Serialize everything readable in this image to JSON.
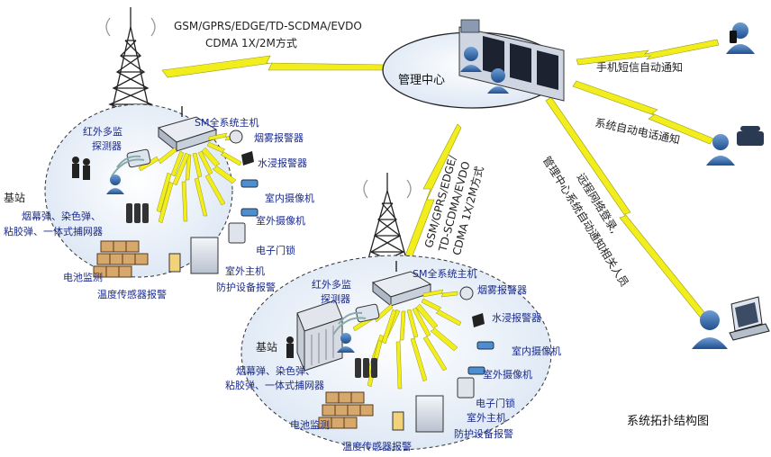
{
  "network_text": {
    "line1": "GSM/GPRS/EDGE/TD-SCDMA/EVDO",
    "line2": "CDMA 1X/2M方式",
    "diag1": "GSM/GPRS/EDGE/",
    "diag2": "TD-SCDMA/EVDO",
    "diag3": "CDMA 1X/2M方式"
  },
  "center": {
    "label": "管理中心"
  },
  "notify": {
    "sms": "手机短信自动通知",
    "phone": "系统自动电话通知",
    "remote1": "远程网络登录,",
    "remote2": "管理中心系统自动通知相关人员"
  },
  "site1": {
    "host": "SM全系统主机",
    "ir1": "红外多监",
    "ir2": "探测器",
    "smoke": "烟雾报警器",
    "water": "水浸报警器",
    "cam_in": "室内摄像机",
    "cam_out": "室外摄像机",
    "lock": "电子门锁",
    "base": "基站",
    "weapon1": "烟幕弹、染色弹、",
    "weapon2": "粘胶弹、一体式捕网器",
    "battery": "电池监测",
    "temp": "温度传感器报警",
    "outhost": "室外主机",
    "protect": "防护设备报警"
  },
  "site2": {
    "host": "SM全系统主机",
    "ir1": "红外多监",
    "ir2": "探测器",
    "smoke": "烟雾报警器",
    "water": "水浸报警器",
    "cam_in": "室内摄像机",
    "cam_out": "室外摄像机",
    "lock": "电子门锁",
    "base": "基站",
    "weapon1": "烟幕弹、染色弹、",
    "weapon2": "粘胶弹、一体式捕网器",
    "battery": "电池监测",
    "temp": "温度传感器报警",
    "outhost": "室外主机",
    "protect": "防护设备报警"
  },
  "caption": "系统拓扑结构图",
  "colors": {
    "bolt": "#f2ee1e",
    "label": "#1a2a8c",
    "ellipse_fill": "#e6eef8",
    "tower": "#222222"
  }
}
